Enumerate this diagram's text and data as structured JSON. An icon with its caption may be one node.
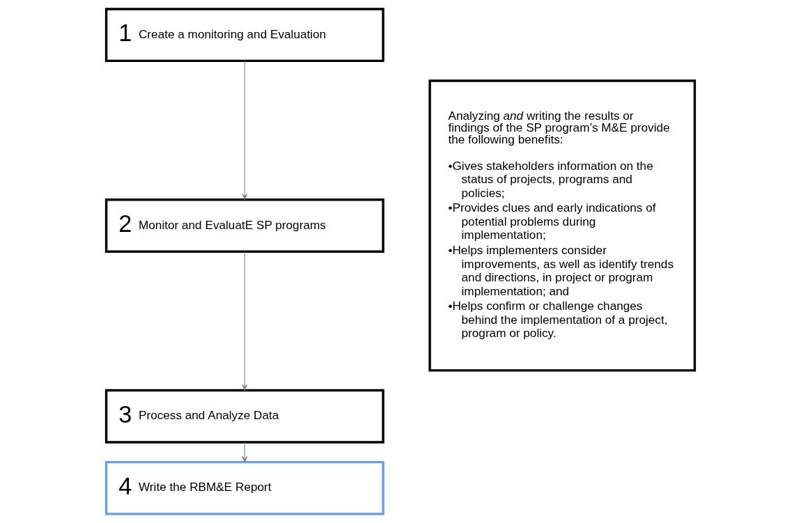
{
  "diagram": {
    "nodes": [
      {
        "text": [
          "1",
          "Create a monitoring and Evaluation"
        ]
      },
      {
        "text": [
          "2",
          "Monitor and EvaluatE SP programs"
        ]
      },
      {
        "text": [
          "3",
          "Process and Analyze Data"
        ]
      },
      {
        "text": [
          "4",
          "Write the RBM&E Report"
        ]
      },
      {
        "text": [
          "Analyzing *and* writing the results or findings of the SP program’s M&E provide the following benefits:",
          "•Gives stakeholders information on the status of projects, programs and policies;",
          "•Provides clues and early indications of potential problems during implementation;",
          "•Helps implementers consider improvements, as well as identify trends and directions, in project or program implementation; and",
          "•Helps confirm or challenge changes behind the implementation of a project, program or policy."
        ]
      }
    ],
    "edges": [
      {
        "from": 0,
        "to": 1,
        "arrow": "to"
      },
      {
        "from": 1,
        "to": 2,
        "arrow": "to"
      },
      {
        "from": 2,
        "to": 3,
        "arrow": "to"
      }
    ]
  }
}
